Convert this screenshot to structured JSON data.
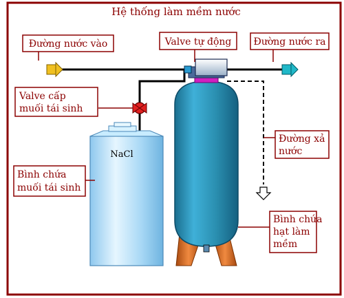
{
  "title": "Hệ thống làm mềm nước",
  "labels": {
    "inlet": "Đường nước vào",
    "auto_valve": "Valve tự động",
    "outlet": "Đường nước ra",
    "brine_valve_line1": "Valve cấp",
    "brine_valve_line2": "muối tái sinh",
    "drain_line1": "Đường xả",
    "drain_line2": "nước",
    "brine_tank_line1": "Bình chứa",
    "brine_tank_line2": "muối tái sinh",
    "resin_tank_line1": "Bình chứa",
    "resin_tank_line2": "hạt làm",
    "resin_tank_line3": "mềm",
    "nacl": "NaCl"
  },
  "colors": {
    "frame": "#8b0000",
    "label_text": "#8b0000",
    "pipe": "#000000",
    "brine_tank": "#a8d8f5",
    "resin_tank": "#2a8fb0",
    "resin_base": "#d2691e",
    "inlet_arrow": "#f0c020",
    "outlet_arrow": "#20b8c8",
    "valve_red": "#e02020",
    "head_magenta": "#d020c0"
  }
}
